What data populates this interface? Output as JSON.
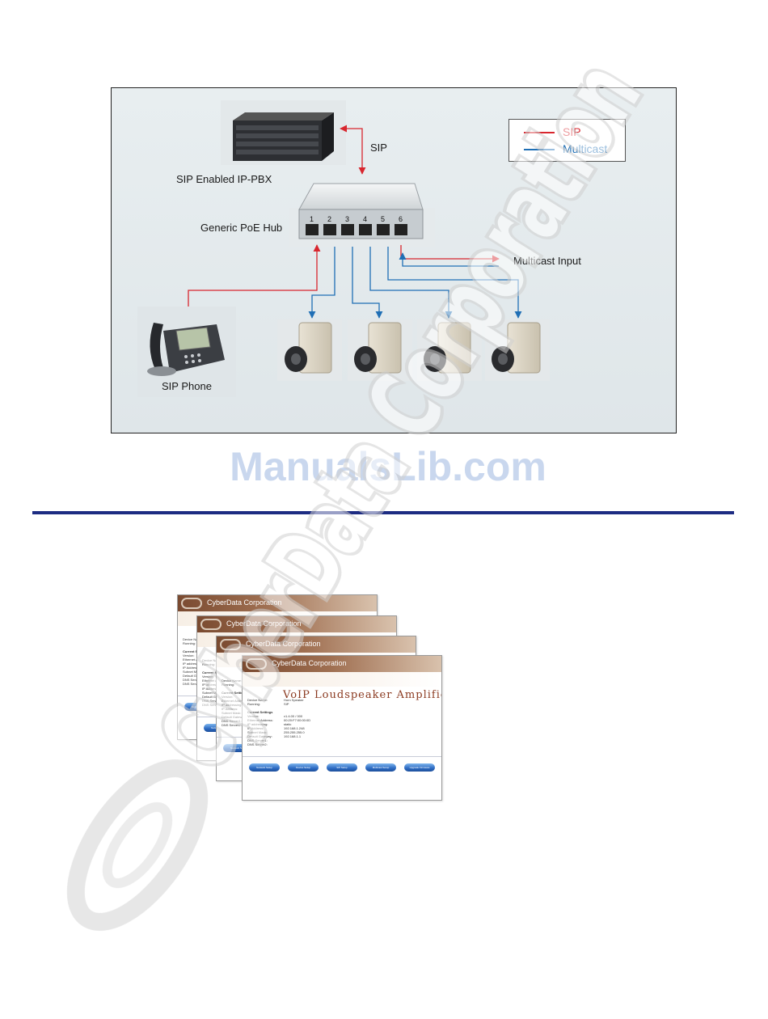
{
  "diagram": {
    "labels": {
      "pbx": "SIP Enabled IP-PBX",
      "sip": "SIP",
      "hub": "Generic PoE Hub",
      "multicast_input": "Multicast Input",
      "phone": "SIP Phone"
    },
    "port_numbers": [
      "1",
      "2",
      "3",
      "4",
      "5",
      "6"
    ],
    "legend": [
      {
        "name": "SIP",
        "color": "#d8262e"
      },
      {
        "name": "Multicast",
        "color": "#1f6fb5"
      }
    ],
    "icons": {
      "pbx": "server-icon",
      "hub": "network-hub-icon",
      "phone": "ip-phone-icon",
      "speaker": "horn-speaker-amplifier-icon"
    }
  },
  "watermark": {
    "site": "ManualsLib.com",
    "brand": "CyberData Corporation"
  },
  "screenshots": {
    "company": "CyberData Corporation",
    "title": "VoIP Loudspeaker Amplifier",
    "device_rows": [
      {
        "key": "Device Name:",
        "value": "Horn Speaker"
      },
      {
        "key": "Running:",
        "value": "SIP"
      }
    ],
    "settings_header": "Current Settings",
    "settings_rows": [
      {
        "key": "Version:",
        "value": "v1.4.00 / 000"
      },
      {
        "key": "Ethernet Address:",
        "value": "00:20:F7:00:00:0D"
      },
      {
        "key": "IP addressing:",
        "value": "static"
      },
      {
        "key": "IP Address:",
        "value": "192.168.1.248"
      },
      {
        "key": "Subnet Mask:",
        "value": "255.255.255.0"
      },
      {
        "key": "Default Gateway:",
        "value": "192.168.1.1"
      },
      {
        "key": "DNS Server1:",
        "value": ""
      },
      {
        "key": "DNS Server2:",
        "value": ""
      }
    ],
    "buttons": [
      "Network Setup",
      "Device Setup",
      "SIP Setup",
      "Multicast Setup",
      "Upgrade Firmware"
    ]
  }
}
